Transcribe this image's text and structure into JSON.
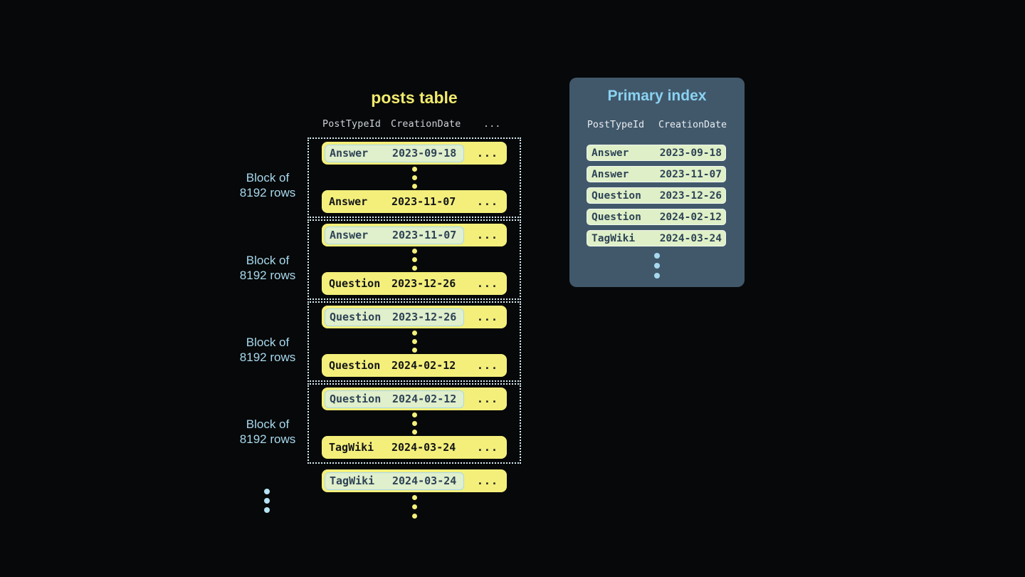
{
  "colors": {
    "background": "#070809",
    "row_yellow": "#f4ef7b",
    "accent_blue": "#a7d9ee",
    "panel_slate": "#41586b",
    "highlight_green": "#e0efcc",
    "highlight_border": "#a9d9ec",
    "title_yellow": "#f0ea6e",
    "panel_title_blue": "#8ad2f1"
  },
  "posts_table": {
    "title": "posts table",
    "columns": [
      "PostTypeId",
      "CreationDate"
    ],
    "more_columns": "...",
    "row_more": "...",
    "block_label": {
      "line1": "Block of",
      "line2": "8192 rows"
    },
    "blocks": [
      {
        "first": {
          "post_type": "Answer",
          "creation_date": "2023-09-18"
        },
        "last": {
          "post_type": "Answer",
          "creation_date": "2023-11-07"
        }
      },
      {
        "first": {
          "post_type": "Answer",
          "creation_date": "2023-11-07"
        },
        "last": {
          "post_type": "Question",
          "creation_date": "2023-12-26"
        }
      },
      {
        "first": {
          "post_type": "Question",
          "creation_date": "2023-12-26"
        },
        "last": {
          "post_type": "Question",
          "creation_date": "2024-02-12"
        }
      },
      {
        "first": {
          "post_type": "Question",
          "creation_date": "2024-02-12"
        },
        "last": {
          "post_type": "TagWiki",
          "creation_date": "2024-03-24"
        }
      }
    ],
    "overflow_row": {
      "post_type": "TagWiki",
      "creation_date": "2024-03-24"
    }
  },
  "primary_index": {
    "title": "Primary index",
    "columns": [
      "PostTypeId",
      "CreationDate"
    ],
    "rows": [
      {
        "post_type": "Answer",
        "creation_date": "2023-09-18"
      },
      {
        "post_type": "Answer",
        "creation_date": "2023-11-07"
      },
      {
        "post_type": "Question",
        "creation_date": "2023-12-26"
      },
      {
        "post_type": "Question",
        "creation_date": "2024-02-12"
      },
      {
        "post_type": "TagWiki",
        "creation_date": "2024-03-24"
      }
    ]
  }
}
